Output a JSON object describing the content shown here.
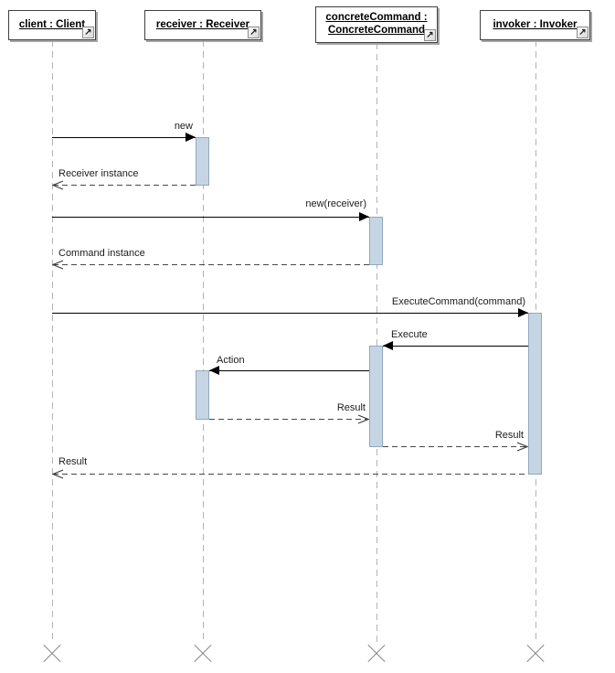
{
  "colors": {
    "activation_fill": "#c5d5e4",
    "activation_border": "#91a8bc",
    "lifeline": "#b3b3b3",
    "call_message": "#000000",
    "return_message": "#474747",
    "box_border": "#404040",
    "box_shadow": "#a6a6a6",
    "destroy_cross": "#7f7f7f"
  },
  "icons": {
    "header_link": "↗"
  },
  "lifelines": [
    {
      "name": "client : Client",
      "destroyed": true
    },
    {
      "name": "receiver : Receiver",
      "destroyed": true
    },
    {
      "name": "concreteCommand : ConcreteCommand",
      "destroyed": true
    },
    {
      "name": "invoker : Invoker",
      "destroyed": true
    }
  ],
  "messages": [
    {
      "label": "new",
      "from": "client",
      "to": "receiver",
      "kind": "call"
    },
    {
      "label": "Receiver instance",
      "from": "receiver",
      "to": "client",
      "kind": "return"
    },
    {
      "label": "new(receiver)",
      "from": "client",
      "to": "concreteCommand",
      "kind": "call"
    },
    {
      "label": "Command instance",
      "from": "concreteCommand",
      "to": "client",
      "kind": "return"
    },
    {
      "label": "ExecuteCommand(command)",
      "from": "client",
      "to": "invoker",
      "kind": "call"
    },
    {
      "label": "Execute",
      "from": "invoker",
      "to": "concreteCommand",
      "kind": "call"
    },
    {
      "label": "Action",
      "from": "concreteCommand",
      "to": "receiver",
      "kind": "call"
    },
    {
      "label": "Result",
      "from": "receiver",
      "to": "concreteCommand",
      "kind": "return"
    },
    {
      "label": "Result",
      "from": "concreteCommand",
      "to": "invoker",
      "kind": "return"
    },
    {
      "label": "Result",
      "from": "invoker",
      "to": "client",
      "kind": "return"
    }
  ]
}
